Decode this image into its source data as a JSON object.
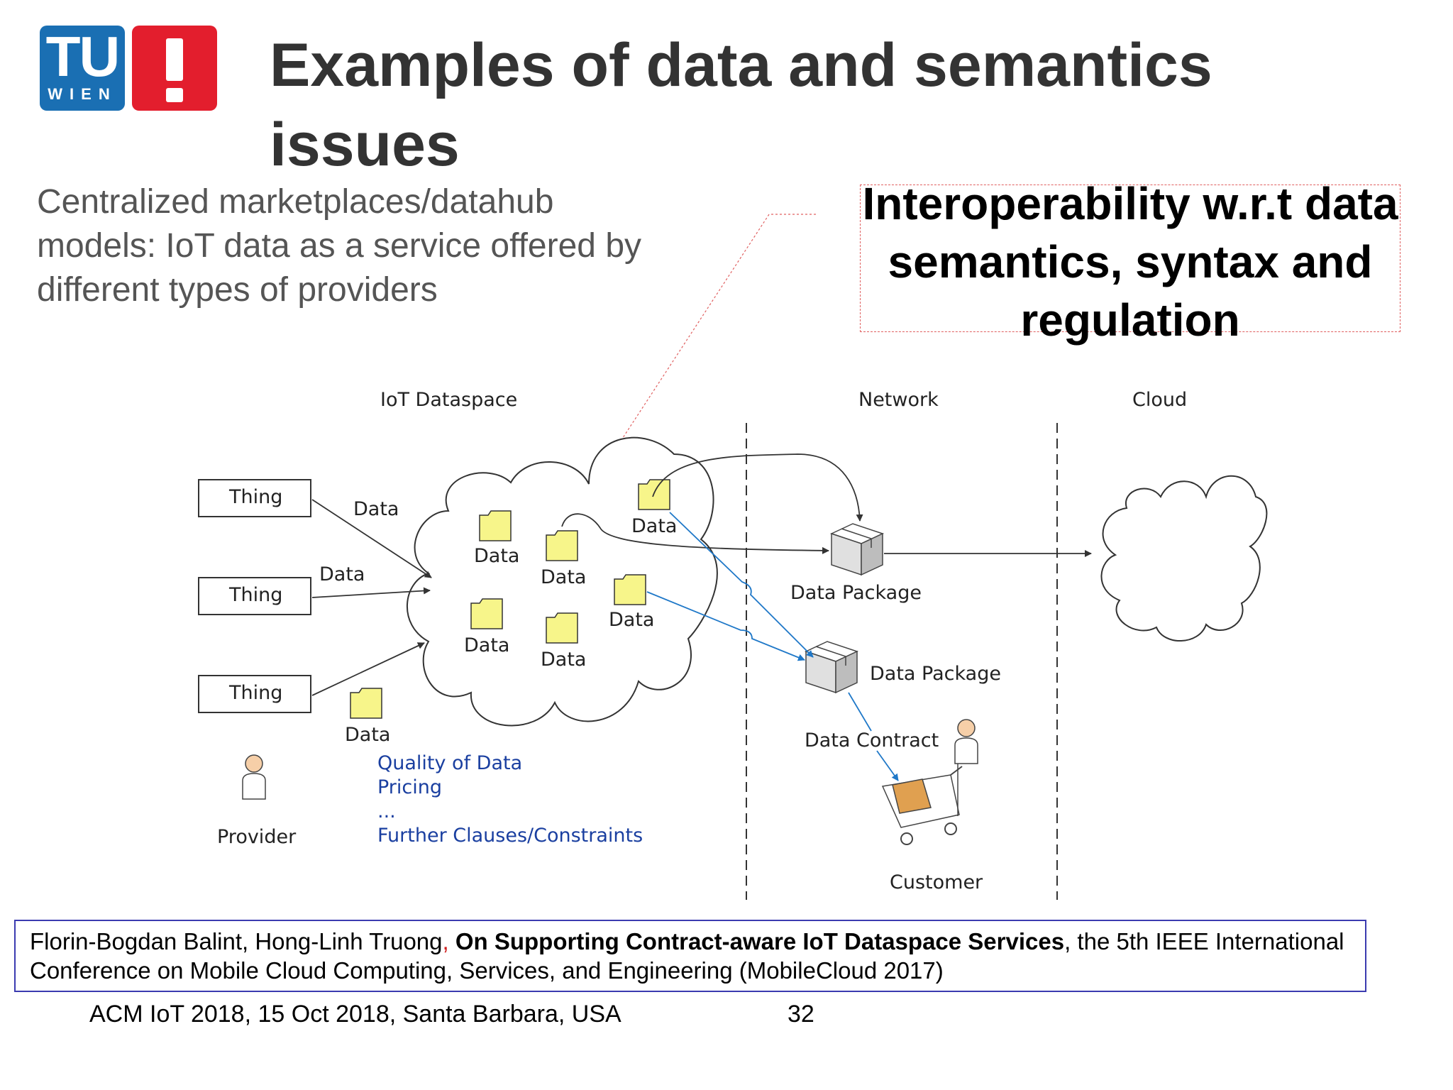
{
  "logo": {
    "tu": "TU",
    "wien": "WIEN",
    "mark": "!"
  },
  "slide": {
    "title": "Examples of data and semantics issues",
    "intro": "Centralized marketplaces/datahub models: IoT data as a service  offered by different types of providers",
    "callout": "Interoperability w.r.t data semantics, syntax and regulation"
  },
  "diagram": {
    "headers": {
      "iot": "IoT Dataspace",
      "network": "Network",
      "cloud": "Cloud"
    },
    "thing": "Thing",
    "data": "Data",
    "data_package": "Data Package",
    "data_contract": "Data Contract",
    "customer": "Customer",
    "provider": "Provider",
    "clauses": {
      "quality": "Quality of Data",
      "pricing": "Pricing",
      "ellipsis": "...",
      "further": "Further Clauses/Constraints"
    }
  },
  "reference": {
    "authors": "Florin-Bogdan Balint, Hong-Linh Truong",
    "comma": ",",
    "paper": "On Supporting Contract-aware IoT Dataspace Services",
    "venue": ", the 5th IEEE International Conference on Mobile Cloud Computing, Services, and Engineering (MobileCloud 2017)"
  },
  "footer": {
    "event": "ACM IoT 2018, 15 Oct 2018, Santa Barbara, USA",
    "page": "32"
  },
  "colors": {
    "tu_blue": "#1a6fb3",
    "tu_red": "#e31e2d",
    "folder_yellow": "#f7f58a",
    "clause_blue": "#1a3fa0",
    "ref_border": "#3b3bb0"
  }
}
